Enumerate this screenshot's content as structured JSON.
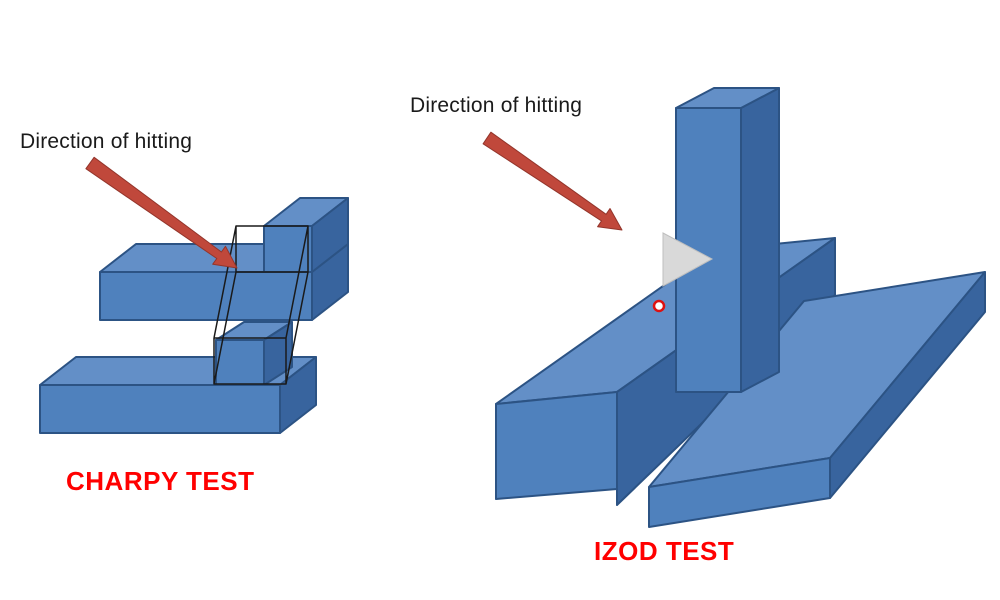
{
  "charpy": {
    "direction_label": "Direction of hitting",
    "caption": "CHARPY TEST"
  },
  "izod": {
    "direction_label": "Direction of hitting",
    "caption": "IZOD TEST"
  },
  "colors": {
    "block_fill": "#4f81bd",
    "block_top": "#638fc7",
    "block_side": "#38649e",
    "outline": "#2c5384",
    "arrow": "#c0483b",
    "arrow_edge": "#93352b",
    "caption_color": "#ff0000",
    "label_color": "#1a1a1a",
    "hammer_gray": "#d9d9d9",
    "marker_red": "#dd1111"
  }
}
